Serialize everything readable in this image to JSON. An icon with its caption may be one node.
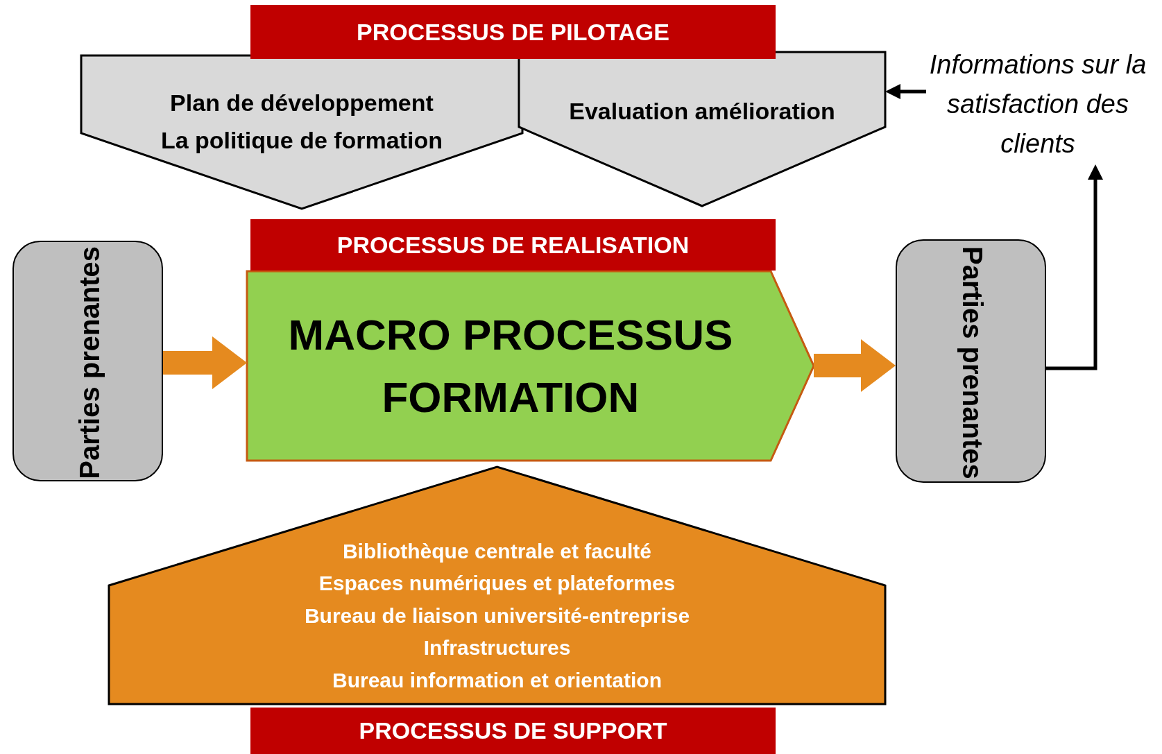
{
  "diagram": {
    "nodes": [
      {
        "text": [
          "PROCESSUS DE PILOTAGE"
        ]
      },
      {
        "text": [
          "Plan de développement",
          "La politique de formation"
        ]
      },
      {
        "text": [
          "Evaluation amélioration"
        ]
      },
      {
        "text": [
          "Informations sur la satisfaction des clients"
        ]
      },
      {
        "text": [
          "PROCESSUS DE REALISATION"
        ]
      },
      {
        "text": [
          "Parties prenantes"
        ]
      },
      {
        "text": [
          "MACRO PROCESSUS FORMATION"
        ]
      },
      {
        "text": [
          "Parties prenantes"
        ]
      },
      {
        "text": [
          "Bibliothèque centrale et faculté",
          "Espaces numériques et plateformes",
          "Bureau de liaison université-entreprise",
          "Infrastructures",
          "Bureau information et orientation"
        ]
      },
      {
        "text": [
          "PROCESSUS DE SUPPORT"
        ]
      }
    ],
    "edges": [
      {
        "from": 5,
        "to": 6,
        "arrow": "to",
        "style": "thick",
        "color": "#e58a1f"
      },
      {
        "from": 6,
        "to": 7,
        "arrow": "to",
        "style": "thick",
        "color": "#e58a1f"
      },
      {
        "from": 7,
        "to": 3,
        "arrow": "to",
        "color": "#000000"
      },
      {
        "from": 3,
        "to": 2,
        "arrow": "to",
        "color": "#000000"
      }
    ]
  }
}
